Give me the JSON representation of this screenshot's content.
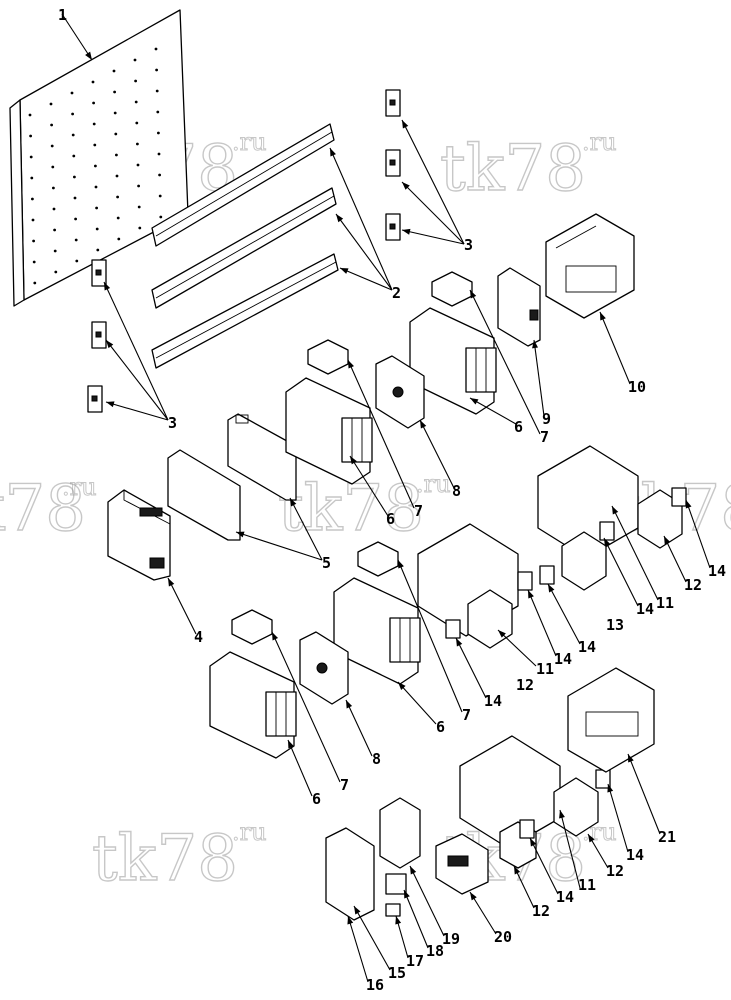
{
  "watermark": {
    "main": "tk78",
    "suffix": ".ru"
  },
  "callouts": [
    {
      "id": "c1",
      "text": "1"
    },
    {
      "id": "c2",
      "text": "2"
    },
    {
      "id": "c3a",
      "text": "3"
    },
    {
      "id": "c3b",
      "text": "3"
    },
    {
      "id": "c4",
      "text": "4"
    },
    {
      "id": "c5",
      "text": "5"
    },
    {
      "id": "c6a",
      "text": "6"
    },
    {
      "id": "c6b",
      "text": "6"
    },
    {
      "id": "c6c",
      "text": "6"
    },
    {
      "id": "c6d",
      "text": "6"
    },
    {
      "id": "c7a",
      "text": "7"
    },
    {
      "id": "c7b",
      "text": "7"
    },
    {
      "id": "c7c",
      "text": "7"
    },
    {
      "id": "c7d",
      "text": "7"
    },
    {
      "id": "c8a",
      "text": "8"
    },
    {
      "id": "c8b",
      "text": "8"
    },
    {
      "id": "c9",
      "text": "9"
    },
    {
      "id": "c10",
      "text": "10"
    },
    {
      "id": "c11a",
      "text": "11"
    },
    {
      "id": "c11b",
      "text": "11"
    },
    {
      "id": "c11c",
      "text": "11"
    },
    {
      "id": "c12a",
      "text": "12"
    },
    {
      "id": "c12b",
      "text": "12"
    },
    {
      "id": "c12c",
      "text": "12"
    },
    {
      "id": "c12d",
      "text": "12"
    },
    {
      "id": "c13",
      "text": "13"
    },
    {
      "id": "c14a",
      "text": "14"
    },
    {
      "id": "c14b",
      "text": "14"
    },
    {
      "id": "c14c",
      "text": "14"
    },
    {
      "id": "c14d",
      "text": "14"
    },
    {
      "id": "c14e",
      "text": "14"
    },
    {
      "id": "c14f",
      "text": "14"
    },
    {
      "id": "c14g",
      "text": "14"
    },
    {
      "id": "c15",
      "text": "15"
    },
    {
      "id": "c16",
      "text": "16"
    },
    {
      "id": "c17",
      "text": "17"
    },
    {
      "id": "c18",
      "text": "18"
    },
    {
      "id": "c19",
      "text": "19"
    },
    {
      "id": "c20",
      "text": "20"
    },
    {
      "id": "c21",
      "text": "21"
    }
  ]
}
